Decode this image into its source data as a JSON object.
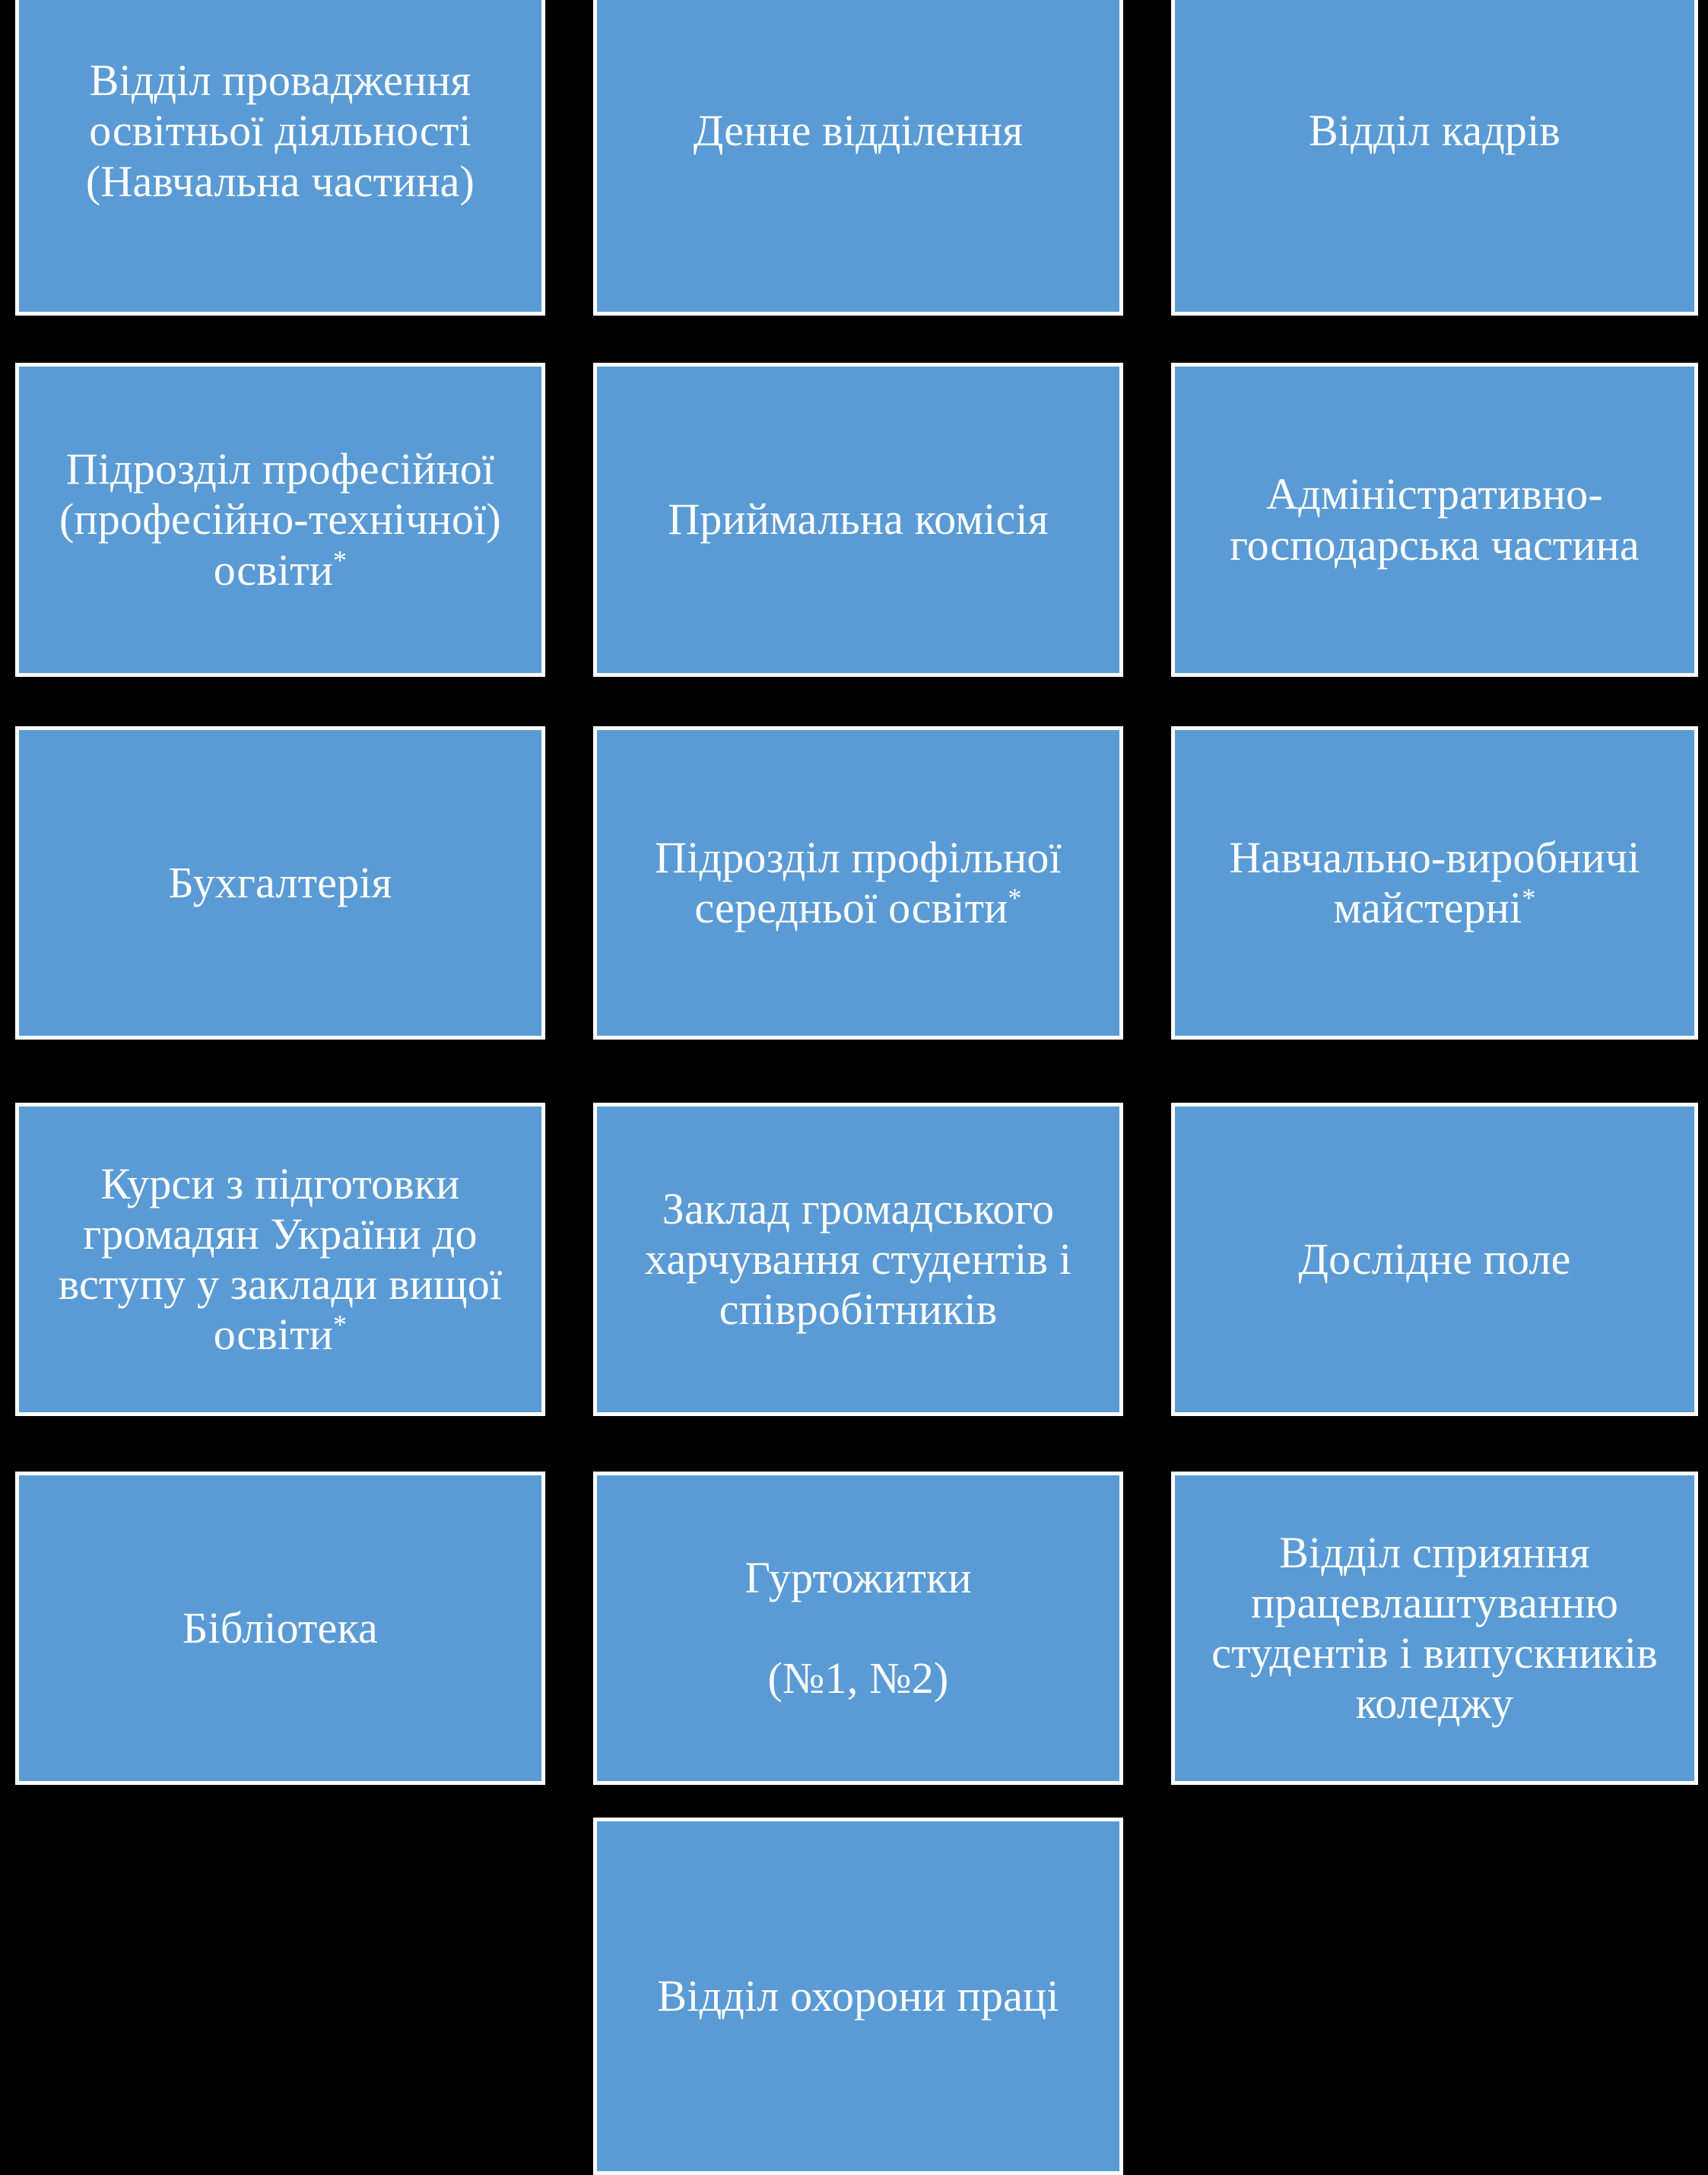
{
  "theme": {
    "background_color": "#000000",
    "box_fill_color": "#5B9BD5",
    "box_border_color": "#FFFFFF",
    "text_color": "#FFFFFF"
  },
  "chart_data": {
    "type": "table",
    "title": "",
    "layout": "3-column grid of organizational unit boxes",
    "columns": 3,
    "rows": 6,
    "categories": [
      "column 1",
      "column 2",
      "column 3"
    ],
    "cells": [
      "Відділ провадження освітньої діяльності (Навчальна частина)",
      "Денне відділення",
      "Відділ кадрів",
      "Підрозділ професійної (професійно-технічної) освіти*",
      "Приймальна комісія",
      "Адміністративно-господарська частина",
      "Бухгалтерія",
      "Підрозділ профільної середньої освіти*",
      "Навчально-виробничі майстерні*",
      "Курси з підготовки громадян України до вступу у заклади вищої освіти*",
      "Заклад громадського харчування студентів і співробітників",
      "Дослідне поле",
      "Бібліотека",
      "Гуртожитки (№1, №2)",
      "Відділ сприяння працевлаштуванню студентів і випускників коледжу",
      "Відділ охорони праці"
    ]
  },
  "boxes": [
    {
      "id": "educational-activity-department",
      "lines": [
        "Відділ провадження",
        "освітньої діяльності",
        "(Навчальна частина)"
      ],
      "asterisk": false
    },
    {
      "id": "day-department",
      "lines": [
        "Денне відділення"
      ],
      "asterisk": false
    },
    {
      "id": "hr-department",
      "lines": [
        "Відділ кадрів"
      ],
      "asterisk": false
    },
    {
      "id": "vocational-education-unit",
      "lines": [
        "Підрозділ професійної",
        "(професійно-технічної)",
        "освіти"
      ],
      "asterisk": true
    },
    {
      "id": "admissions-committee",
      "lines": [
        "Приймальна комісія"
      ],
      "asterisk": false
    },
    {
      "id": "administrative-economic-unit",
      "lines": [
        "Адміністративно-",
        "господарська частина"
      ],
      "asterisk": false
    },
    {
      "id": "accounting-department",
      "lines": [
        "Бухгалтерія"
      ],
      "asterisk": false
    },
    {
      "id": "specialized-secondary-education-unit",
      "lines": [
        "Підрозділ профільної",
        "середньої освіти"
      ],
      "asterisk": true
    },
    {
      "id": "training-production-workshops",
      "lines": [
        "Навчально-виробничі",
        "майстерні"
      ],
      "asterisk": true
    },
    {
      "id": "university-preparatory-courses",
      "lines": [
        "Курси з підготовки",
        "громадян України до",
        "вступу у заклади вищої",
        "освіти"
      ],
      "asterisk": true
    },
    {
      "id": "catering-facility",
      "lines": [
        "Заклад громадського",
        "харчування студентів і",
        "співробітників"
      ],
      "asterisk": false
    },
    {
      "id": "experimental-field",
      "lines": [
        "Дослідне поле"
      ],
      "asterisk": false
    },
    {
      "id": "library",
      "lines": [
        "Бібліотека"
      ],
      "asterisk": false
    },
    {
      "id": "dormitories",
      "lines": [
        "Гуртожитки",
        "",
        "(№1, №2)"
      ],
      "asterisk": false
    },
    {
      "id": "employment-assistance-department",
      "lines": [
        "Відділ сприяння",
        "працевлаштуванню",
        "студентів і випускників",
        "коледжу"
      ],
      "asterisk": false
    },
    {
      "id": "labor-protection-department",
      "lines": [
        "Відділ охорони праці"
      ],
      "asterisk": false
    }
  ]
}
